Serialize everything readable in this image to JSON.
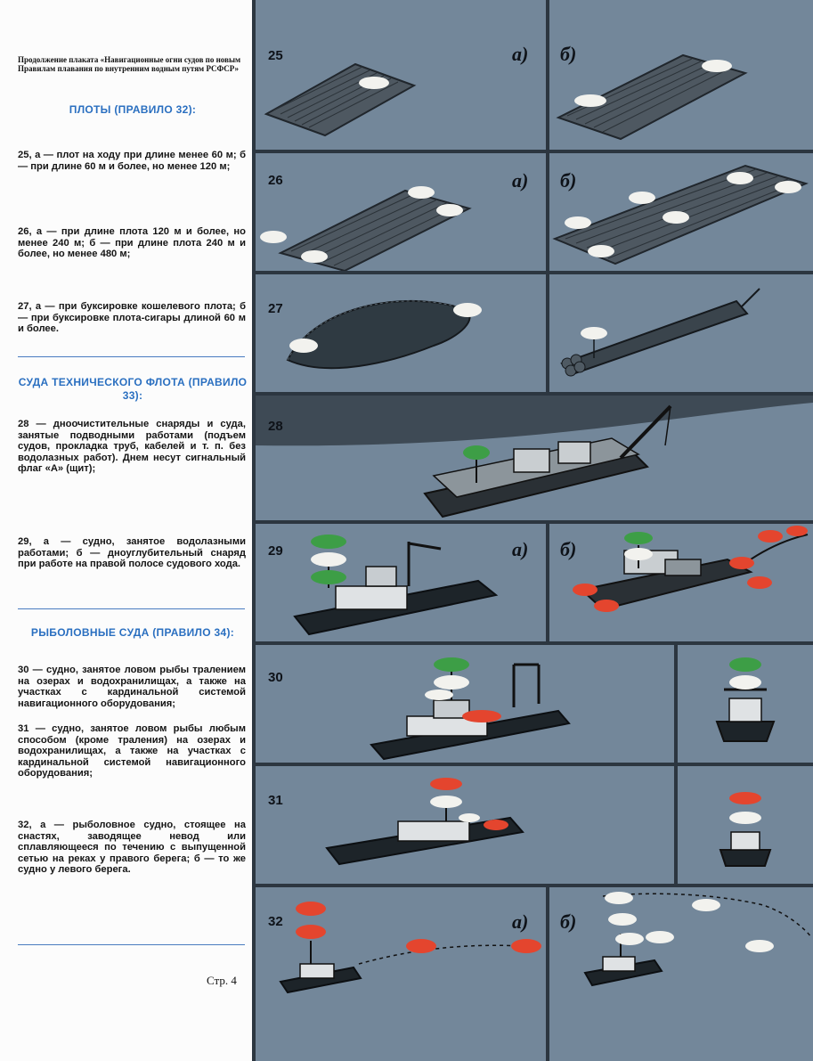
{
  "intro": "Продолжение плаката «Навигационные огни судов по новым Правилам плавания по внутренним водным путям РСФСР»",
  "sections": [
    {
      "heading": "ПЛОТЫ (ПРАВИЛО 32):"
    },
    {
      "heading": "СУДА ТЕХНИЧЕСКОГО ФЛОТА (ПРАВИЛО 33):"
    },
    {
      "heading": "РЫБОЛОВНЫЕ СУДА (ПРАВИЛО 34):"
    }
  ],
  "paragraphs": {
    "p25": "25, а — плот на ходу при длине менее 60 м; б — при длине 60 м и более, но менее 120 м;",
    "p26": "26, а — при длине плота 120 м и более, но менее 240 м; б — при длине плота 240 м и более, но менее 480 м;",
    "p27": "27, а — при буксировке кошелевого плота; б — при буксировке плота-сигары длиной 60 м и более.",
    "p28": "28 — дноочистительные снаряды и суда, занятые подводными работами (подъем судов, прокладка труб, кабелей и т. п. без водолазных работ). Днем несут сигнальный флаг «А» (щит);",
    "p29": "29, а — судно, занятое водолазными работами; б — дноуглубительный снаряд при работе на правой полосе судового хода.",
    "p30": "30 — судно, занятое ловом рыбы тралением на озерах и водохранилищах, а также на участках с кардинальной системой навигационного оборудования;",
    "p31": "31 — судно, занятое ловом рыбы любым способом (кроме траления) на озерах и водохранилищах, а также на участках с кардинальной системой навигационного оборудования;",
    "p32": "32, а — рыболовное судно, стоящее на снастях, заводящее невод или сплавляющееся по течению с выпущенной сетью на реках у правого берега; б — то же судно у левого берега."
  },
  "page_number": "Стр. 4",
  "panels": {
    "n25": "25",
    "n26": "26",
    "n27": "27",
    "n28": "28",
    "n29": "29",
    "n30": "30",
    "n31": "31",
    "n32": "32",
    "var_a": "а)",
    "var_b": "б)"
  },
  "colors": {
    "accent": "#2a6fc0",
    "water": "#73879a",
    "light_white": "#f2f2ee",
    "light_red": "#e4452e",
    "light_green": "#3d9e46"
  }
}
